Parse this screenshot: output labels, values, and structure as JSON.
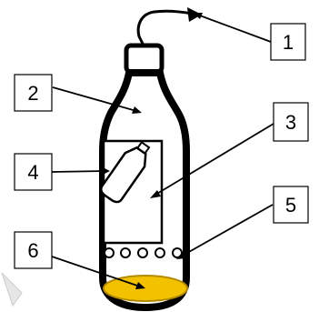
{
  "diagram": {
    "labels": [
      {
        "id": "1",
        "text": "1"
      },
      {
        "id": "2",
        "text": "2"
      },
      {
        "id": "3",
        "text": "3"
      },
      {
        "id": "4",
        "text": "4"
      },
      {
        "id": "5",
        "text": "5"
      },
      {
        "id": "6",
        "text": "6"
      }
    ],
    "colors": {
      "outline": "#000000",
      "background": "#ffffff",
      "liquid_fill": "#f2c200",
      "liquid_edge": "#b38b00",
      "watermark": "#cccccc"
    }
  }
}
